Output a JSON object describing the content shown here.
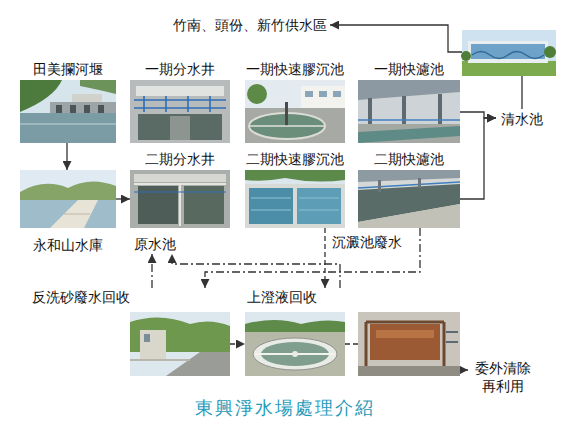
{
  "diagram": {
    "title": "東興淨水場處理介紹",
    "nodes": [
      {
        "text": [
          "竹南、頭份、新竹供水區"
        ]
      },
      {
        "text": [
          "田美攔河堰"
        ]
      },
      {
        "text": [
          "一期分水井"
        ]
      },
      {
        "text": [
          "一期快速膠沉池"
        ]
      },
      {
        "text": [
          "一期快濾池"
        ]
      },
      {
        "text": [
          "清水池"
        ]
      },
      {
        "text": [
          "二期分水井"
        ]
      },
      {
        "text": [
          "二期快速膠沉池"
        ]
      },
      {
        "text": [
          "二期快濾池"
        ]
      },
      {
        "text": [
          "永和山水庫"
        ]
      },
      {
        "text": [
          "原水池"
        ]
      },
      {
        "text": [
          "反洗砂廢水回收"
        ]
      },
      {
        "text": [
          "上澄液回收"
        ]
      },
      {
        "text": [
          "委外清除 再利用"
        ]
      }
    ],
    "edges": [
      {
        "from": 1,
        "to": 9,
        "arrow": "to"
      },
      {
        "from": 9,
        "to": 6,
        "arrow": "to"
      },
      {
        "from": 4,
        "to": 5,
        "arrow": "to"
      },
      {
        "from": 8,
        "to": 5,
        "arrow": "to"
      },
      {
        "from": 5,
        "to": 0,
        "arrow": "to"
      },
      {
        "from": 7,
        "to": 12,
        "label": "沉澱池廢水",
        "arrow": "to"
      },
      {
        "from": 8,
        "to": 11,
        "arrow": "to"
      },
      {
        "from": 11,
        "to": 10,
        "arrow": "to"
      },
      {
        "from": 12,
        "to": 10,
        "arrow": "to"
      },
      {
        "from": 11,
        "to": 12,
        "arrow": "to"
      },
      {
        "from": 12,
        "to": 13,
        "arrow": "to"
      }
    ]
  }
}
